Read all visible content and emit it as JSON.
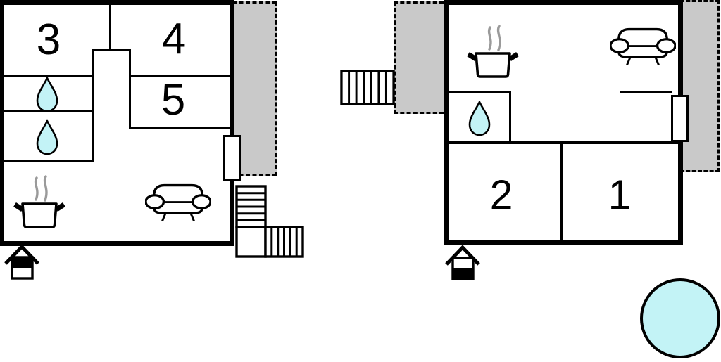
{
  "colors": {
    "water": "#c3f3f6",
    "terrace": "#c9c9c9",
    "steam": "#9a9a9a",
    "line": "#000000"
  },
  "left_plan": {
    "rooms": {
      "room3": "3",
      "room4": "4",
      "room5": "5"
    },
    "features": [
      "water-drop",
      "water-drop",
      "stove",
      "sofa",
      "entrance-house",
      "staircase",
      "terrace",
      "door"
    ]
  },
  "right_plan": {
    "rooms": {
      "room1": "1",
      "room2": "2"
    },
    "features": [
      "water-drop",
      "stove",
      "sofa",
      "entrance-house",
      "external-staircase",
      "terrace",
      "terrace",
      "door",
      "pool"
    ]
  }
}
